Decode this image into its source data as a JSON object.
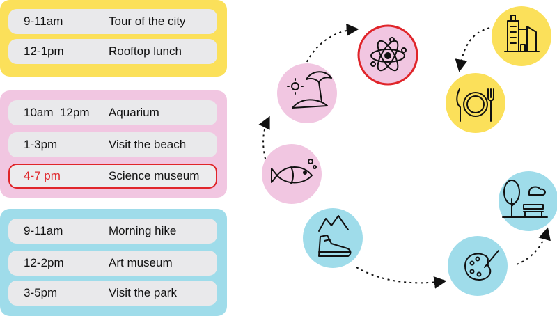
{
  "schedule": [
    {
      "color": "#fbe05a",
      "items": [
        {
          "time": "9-11am",
          "activity": "Tour of the city"
        },
        {
          "time": "12-1pm",
          "activity": "Rooftop lunch"
        }
      ]
    },
    {
      "color": "#f1c6e1",
      "items": [
        {
          "time": "10am  12pm",
          "activity": "Aquarium"
        },
        {
          "time": "1-3pm",
          "activity": "Visit the beach"
        },
        {
          "time": "4-7 pm",
          "activity": "Science museum",
          "highlighted": true
        }
      ]
    },
    {
      "color": "#9fdcea",
      "items": [
        {
          "time": "9-11am",
          "activity": "Morning hike"
        },
        {
          "time": "12-2pm",
          "activity": "Art museum"
        },
        {
          "time": "3-5pm",
          "activity": "Visit the park"
        }
      ]
    }
  ],
  "icons": [
    {
      "name": "city-buildings-icon",
      "color": "#fbe05a"
    },
    {
      "name": "plate-fork-knife-icon",
      "color": "#fbe05a"
    },
    {
      "name": "atom-icon",
      "color": "#f1c6e1",
      "highlighted": true
    },
    {
      "name": "beach-umbrella-icon",
      "color": "#f1c6e1"
    },
    {
      "name": "fish-icon",
      "color": "#f1c6e1"
    },
    {
      "name": "hiking-boot-icon",
      "color": "#9fdcea"
    },
    {
      "name": "paint-palette-icon",
      "color": "#9fdcea"
    },
    {
      "name": "park-tree-bench-icon",
      "color": "#9fdcea"
    }
  ],
  "highlight_color": "#e0252a"
}
